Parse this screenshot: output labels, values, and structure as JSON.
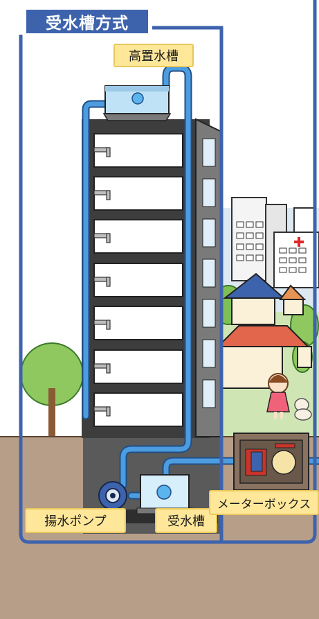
{
  "title": "受水槽方式",
  "labels": {
    "elevated_tank": "高置水槽",
    "pump": "揚水ポンプ",
    "receiving_tank": "受水槽",
    "meter_box": "メーターボックス"
  },
  "colors": {
    "frame": "#3e63ad",
    "pipe": "#3f8fd2",
    "pipe_outline": "#1f4f86",
    "ground": "#b79e89",
    "label_fill": "#ffe79a",
    "building_shadow": "#4a4a4a",
    "sky": "#cfe0ef"
  }
}
